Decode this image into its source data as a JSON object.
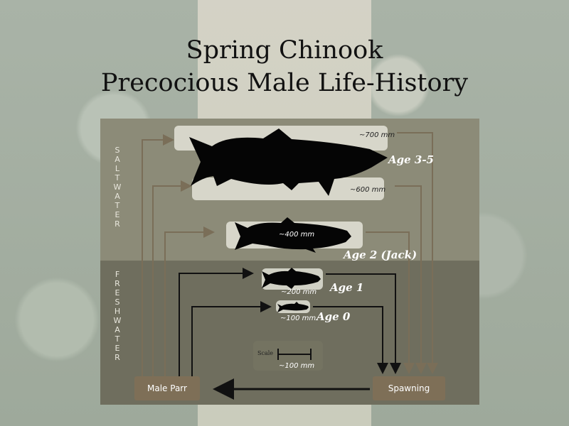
{
  "title": {
    "line1": "Spring Chinook",
    "line2": "Precocious Male Life-History"
  },
  "zones": {
    "saltwater_letters": [
      "S",
      "A",
      "L",
      "T",
      "W",
      "A",
      "T",
      "E",
      "R"
    ],
    "freshwater_letters": [
      "F",
      "R",
      "E",
      "S",
      "H",
      "W",
      "A",
      "T",
      "E",
      "R"
    ]
  },
  "stages": {
    "age35_label": "Age 3-5",
    "age35_size_upper": "~700 mm",
    "age35_size_lower": "~600 mm",
    "age2_label": "Age 2 (Jack)",
    "age2_size": "~400 mm",
    "age1_label": "Age 1",
    "age1_size": "~200 mm",
    "age0_label": "Age 0",
    "age0_size": "~100 mm"
  },
  "scale": {
    "label": "Scale",
    "value": "~100 mm"
  },
  "nodes": {
    "male_parr": "Male Parr",
    "spawning": "Spawning"
  },
  "colors": {
    "saltwater_panel": "#8c8b78",
    "freshwater_panel": "#6f6e5e",
    "node_fill": "#7e6f57",
    "arrow_light": "#7a6e58",
    "arrow_dark": "#111111"
  }
}
